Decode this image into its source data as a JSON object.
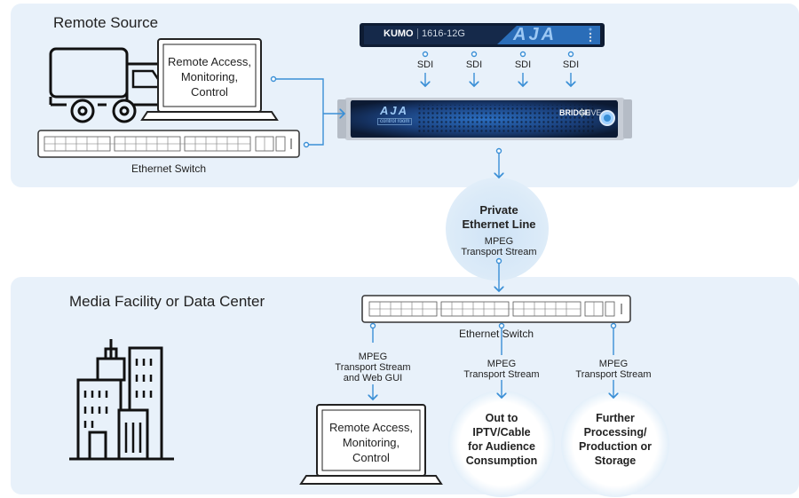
{
  "remote": {
    "title": "Remote Source",
    "laptop_text": "Remote Access,\nMonitoring,\nControl",
    "switch_label": "Ethernet Switch",
    "kumo": {
      "brand": "KUMO",
      "model": "1616-12G",
      "logo": "AJA"
    },
    "sdi_labels": [
      "SDI",
      "SDI",
      "SDI",
      "SDI"
    ],
    "bridge": {
      "logo": "AJA",
      "sub": "control room",
      "name": "BRIDGE",
      "live": "LIVE"
    }
  },
  "link": {
    "title": "Private\nEthernet Line",
    "sub": "MPEG\nTransport Stream"
  },
  "facility": {
    "title": "Media Facility or Data Center",
    "switch_label": "Ethernet Switch",
    "stream_left": "MPEG\nTransport Stream\nand Web GUI",
    "stream_mid": "MPEG\nTransport Stream",
    "stream_right": "MPEG\nTransport Stream",
    "laptop_text": "Remote Access,\nMonitoring,\nControl",
    "out_mid": "Out to\nIPTV/Cable\nfor Audience\nConsumption",
    "out_right": "Further\nProcessing/\nProduction or\nStorage"
  },
  "colors": {
    "panel": "#e8f1fa",
    "accent": "#3a8fd6",
    "dark": "#0e1c33"
  }
}
